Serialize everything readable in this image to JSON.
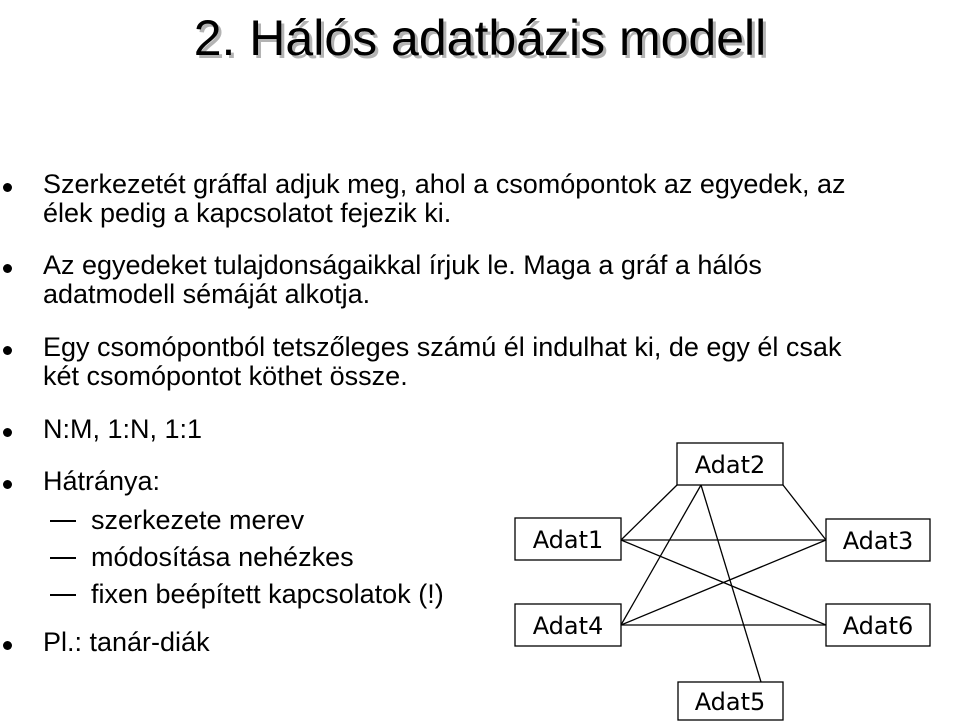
{
  "title": "2. Hálós adatbázis modell",
  "bullets": [
    {
      "line1": "Szerkezetét gráffal adjuk meg, ahol a csomópontok az egyedek, az",
      "line2": "élek pedig a kapcsolatot fejezik ki."
    },
    {
      "line1": "Az egyedeket tulajdonságaikkal írjuk le. Maga a gráf a hálós",
      "line2": "adatmodell sémáját alkotja."
    },
    {
      "line1": "Egy csomópontból tetszőleges számú él indulhat ki, de egy él csak",
      "line2": "két csomópontot köthet össze."
    },
    {
      "line1": "N:M, 1:N, 1:1"
    },
    {
      "line1": "Hátránya:"
    }
  ],
  "sub_bullets": [
    "szerkezete merev",
    "módosítása nehézkes",
    "fixen beépített kapcsolatok (!)"
  ],
  "last_bullet": "Pl.: tanár-diák",
  "diagram": {
    "nodes": {
      "adat1": "Adat1",
      "adat2": "Adat2",
      "adat3": "Adat3",
      "adat4": "Adat4",
      "adat5": "Adat5",
      "adat6": "Adat6"
    }
  }
}
